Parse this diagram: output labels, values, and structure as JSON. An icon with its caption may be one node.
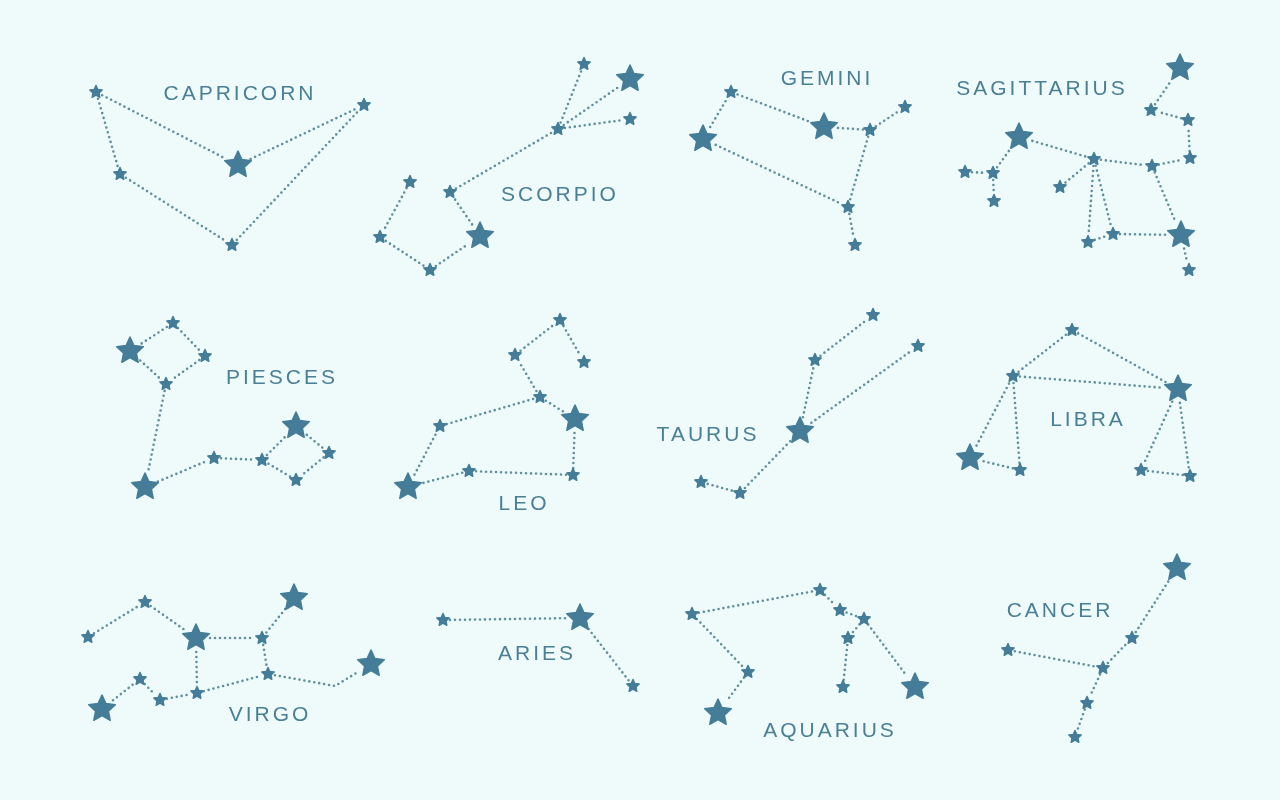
{
  "diagram": {
    "nodes": [
      {
        "text": [],
        "shape": "star"
      },
      {
        "text": [],
        "shape": "star"
      },
      {
        "text": [],
        "shape": "star"
      },
      {
        "text": [],
        "shape": "star"
      },
      {
        "text": [],
        "shape": "star"
      },
      {
        "text": [],
        "shape": "star"
      },
      {
        "text": [],
        "shape": "star"
      },
      {
        "text": [],
        "shape": "star"
      },
      {
        "text": [],
        "shape": "star"
      },
      {
        "text": [],
        "shape": "star"
      },
      {
        "text": [],
        "shape": "star"
      },
      {
        "text": [],
        "shape": "star"
      },
      {
        "text": [],
        "shape": "star"
      },
      {
        "text": [],
        "shape": "star"
      },
      {
        "text": [],
        "shape": "star"
      },
      {
        "text": [],
        "shape": "star"
      },
      {
        "text": [],
        "shape": "star"
      },
      {
        "text": [],
        "shape": "star"
      },
      {
        "text": [],
        "shape": "star"
      },
      {
        "text": [],
        "shape": "star"
      },
      {
        "text": [],
        "shape": "star"
      },
      {
        "text": [],
        "shape": "star"
      },
      {
        "text": [],
        "shape": "star"
      },
      {
        "text": [],
        "shape": "star"
      },
      {
        "text": [],
        "shape": "star"
      },
      {
        "text": [],
        "shape": "star"
      },
      {
        "text": [],
        "shape": "star"
      },
      {
        "text": [],
        "shape": "star"
      },
      {
        "text": [],
        "shape": "star"
      },
      {
        "text": [],
        "shape": "star"
      },
      {
        "text": [],
        "shape": "star"
      },
      {
        "text": [],
        "shape": "star"
      },
      {
        "text": [],
        "shape": "star"
      },
      {
        "text": [],
        "shape": "star"
      },
      {
        "text": [],
        "shape": "star"
      },
      {
        "text": [],
        "shape": "star"
      },
      {
        "text": [],
        "shape": "star"
      },
      {
        "text": [],
        "shape": "star"
      },
      {
        "text": [],
        "shape": "star"
      },
      {
        "text": [],
        "shape": "star"
      },
      {
        "text": [],
        "shape": "star"
      },
      {
        "text": [],
        "shape": "star"
      },
      {
        "text": [],
        "shape": "star"
      },
      {
        "text": [],
        "shape": "star"
      },
      {
        "text": [],
        "shape": "star"
      },
      {
        "text": [],
        "shape": "star"
      },
      {
        "text": [],
        "shape": "star"
      },
      {
        "text": [],
        "shape": "star"
      },
      {
        "text": [],
        "shape": "star"
      },
      {
        "text": [],
        "shape": "star"
      },
      {
        "text": [],
        "shape": "star"
      },
      {
        "text": [],
        "shape": "star"
      },
      {
        "text": [],
        "shape": "star"
      },
      {
        "text": [],
        "shape": "star"
      },
      {
        "text": [],
        "shape": "star"
      },
      {
        "text": [],
        "shape": "star"
      },
      {
        "text": [],
        "shape": "star"
      },
      {
        "text": [],
        "shape": "star"
      },
      {
        "text": [],
        "shape": "star"
      },
      {
        "text": [],
        "shape": "star"
      },
      {
        "text": [],
        "shape": "star"
      },
      {
        "text": [],
        "shape": "star"
      },
      {
        "text": [],
        "shape": "star"
      },
      {
        "text": [],
        "shape": "star"
      },
      {
        "text": [],
        "shape": "star"
      },
      {
        "text": [],
        "shape": "star"
      },
      {
        "text": [],
        "shape": "star"
      },
      {
        "text": [],
        "shape": "star"
      },
      {
        "text": [],
        "shape": "star"
      },
      {
        "text": [],
        "shape": "star"
      },
      {
        "text": [],
        "shape": "star"
      },
      {
        "text": [],
        "shape": "star"
      },
      {
        "text": [],
        "shape": "star"
      },
      {
        "text": [],
        "shape": "star"
      },
      {
        "text": [],
        "shape": "star"
      },
      {
        "text": [],
        "shape": "star"
      },
      {
        "text": [],
        "shape": "star"
      },
      {
        "text": [],
        "shape": "star"
      },
      {
        "text": [],
        "shape": "star"
      },
      {
        "text": [],
        "shape": "star"
      },
      {
        "text": [],
        "shape": "star"
      },
      {
        "text": [],
        "shape": "star"
      },
      {
        "text": [],
        "shape": "star"
      },
      {
        "text": [],
        "shape": "star"
      },
      {
        "text": [],
        "shape": "star"
      },
      {
        "text": [],
        "shape": "star"
      },
      {
        "text": [],
        "shape": "star"
      },
      {
        "text": [],
        "shape": "star"
      },
      {
        "text": [],
        "shape": "star"
      },
      {
        "text": [],
        "shape": "star"
      },
      {
        "text": [],
        "shape": "star"
      },
      {
        "text": [],
        "shape": "star"
      },
      {
        "text": [],
        "shape": "star"
      },
      {
        "text": [],
        "shape": "star"
      },
      {
        "text": [],
        "shape": "star"
      },
      {
        "text": [],
        "shape": "star"
      },
      {
        "text": [],
        "shape": "star"
      }
    ],
    "edges": [
      {
        "from": 0,
        "to": 3,
        "arrow": "none"
      },
      {
        "from": 0,
        "to": 1,
        "arrow": "none"
      },
      {
        "from": 1,
        "to": 2,
        "arrow": "none"
      },
      {
        "from": 3,
        "to": 4,
        "arrow": "none"
      },
      {
        "from": 2,
        "to": 4,
        "arrow": "none"
      },
      {
        "from": 6,
        "to": 5,
        "arrow": "none"
      },
      {
        "from": 5,
        "to": 7,
        "arrow": "none"
      },
      {
        "from": 7,
        "to": 9,
        "arrow": "none"
      },
      {
        "from": 9,
        "to": 8,
        "arrow": "none"
      },
      {
        "from": 8,
        "to": 10,
        "arrow": "none"
      },
      {
        "from": 10,
        "to": 11,
        "arrow": "none"
      },
      {
        "from": 10,
        "to": 12,
        "arrow": "none"
      },
      {
        "from": 10,
        "to": 13,
        "arrow": "none"
      },
      {
        "from": 14,
        "to": 15,
        "arrow": "none"
      },
      {
        "from": 15,
        "to": 16,
        "arrow": "none"
      },
      {
        "from": 16,
        "to": 19,
        "arrow": "none"
      },
      {
        "from": 19,
        "to": 20,
        "arrow": "none"
      },
      {
        "from": 19,
        "to": 17,
        "arrow": "none"
      },
      {
        "from": 17,
        "to": 18,
        "arrow": "none"
      },
      {
        "from": 14,
        "to": 17,
        "arrow": "none"
      },
      {
        "from": 21,
        "to": 22,
        "arrow": "none"
      },
      {
        "from": 22,
        "to": 23,
        "arrow": "none"
      },
      {
        "from": 22,
        "to": 24,
        "arrow": "none"
      },
      {
        "from": 24,
        "to": 27,
        "arrow": "none"
      },
      {
        "from": 27,
        "to": 25,
        "arrow": "none"
      },
      {
        "from": 27,
        "to": 26,
        "arrow": "none"
      },
      {
        "from": 27,
        "to": 28,
        "arrow": "none"
      },
      {
        "from": 26,
        "to": 28,
        "arrow": "none"
      },
      {
        "from": 28,
        "to": 32,
        "arrow": "none"
      },
      {
        "from": 27,
        "to": 30,
        "arrow": "none"
      },
      {
        "from": 30,
        "to": 34,
        "arrow": "none"
      },
      {
        "from": 34,
        "to": 33,
        "arrow": "none"
      },
      {
        "from": 33,
        "to": 29,
        "arrow": "none"
      },
      {
        "from": 29,
        "to": 31,
        "arrow": "none"
      },
      {
        "from": 30,
        "to": 32,
        "arrow": "none"
      },
      {
        "from": 32,
        "to": 35,
        "arrow": "none"
      },
      {
        "from": 36,
        "to": 39,
        "arrow": "none"
      },
      {
        "from": 39,
        "to": 40,
        "arrow": "none"
      },
      {
        "from": 40,
        "to": 38,
        "arrow": "none"
      },
      {
        "from": 36,
        "to": 38,
        "arrow": "none"
      },
      {
        "from": 38,
        "to": 37,
        "arrow": "none"
      },
      {
        "from": 37,
        "to": 41,
        "arrow": "none"
      },
      {
        "from": 41,
        "to": 42,
        "arrow": "none"
      },
      {
        "from": 42,
        "to": 43,
        "arrow": "none"
      },
      {
        "from": 43,
        "to": 45,
        "arrow": "none"
      },
      {
        "from": 45,
        "to": 44,
        "arrow": "none"
      },
      {
        "from": 44,
        "to": 42,
        "arrow": "none"
      },
      {
        "from": 46,
        "to": 47,
        "arrow": "none"
      },
      {
        "from": 47,
        "to": 50,
        "arrow": "none"
      },
      {
        "from": 50,
        "to": 49,
        "arrow": "none"
      },
      {
        "from": 49,
        "to": 51,
        "arrow": "none"
      },
      {
        "from": 51,
        "to": 54,
        "arrow": "none"
      },
      {
        "from": 50,
        "to": 53,
        "arrow": "none"
      },
      {
        "from": 53,
        "to": 52,
        "arrow": "none"
      },
      {
        "from": 52,
        "to": 48,
        "arrow": "none"
      },
      {
        "from": 48,
        "to": 46,
        "arrow": "none"
      },
      {
        "from": 55,
        "to": 56,
        "arrow": "none"
      },
      {
        "from": 56,
        "to": 57,
        "arrow": "none"
      },
      {
        "from": 57,
        "to": 58,
        "arrow": "none"
      },
      {
        "from": 58,
        "to": 59,
        "arrow": "none"
      },
      {
        "from": 57,
        "to": 60,
        "arrow": "none"
      },
      {
        "from": 61,
        "to": 62,
        "arrow": "none"
      },
      {
        "from": 61,
        "to": 63,
        "arrow": "none"
      },
      {
        "from": 62,
        "to": 63,
        "arrow": "none"
      },
      {
        "from": 62,
        "to": 64,
        "arrow": "none"
      },
      {
        "from": 64,
        "to": 66,
        "arrow": "none"
      },
      {
        "from": 62,
        "to": 66,
        "arrow": "none"
      },
      {
        "from": 66,
        "to": 65,
        "arrow": "none"
      },
      {
        "from": 66,
        "to": 67,
        "arrow": "none"
      },
      {
        "from": 65,
        "to": 67,
        "arrow": "none"
      },
      {
        "from": 68,
        "to": 71,
        "arrow": "none"
      },
      {
        "from": 71,
        "to": 73,
        "arrow": "none"
      },
      {
        "from": 73,
        "to": 75,
        "arrow": "none"
      },
      {
        "from": 75,
        "to": 77,
        "arrow": "none"
      },
      {
        "from": 73,
        "to": 74,
        "arrow": "none"
      },
      {
        "from": 75,
        "to": 76,
        "arrow": "none"
      },
      {
        "from": 74,
        "to": 76,
        "arrow": "none"
      },
      {
        "from": 76,
        "to": 78,
        "arrow": "none"
      },
      {
        "from": 69,
        "to": 70,
        "arrow": "none"
      },
      {
        "from": 70,
        "to": 72,
        "arrow": "none"
      },
      {
        "from": 72,
        "to": 74,
        "arrow": "none"
      },
      {
        "from": 79,
        "to": 80,
        "arrow": "none"
      },
      {
        "from": 80,
        "to": 81,
        "arrow": "none"
      },
      {
        "from": 82,
        "to": 85,
        "arrow": "none"
      },
      {
        "from": 85,
        "to": 86,
        "arrow": "none"
      },
      {
        "from": 86,
        "to": 89,
        "arrow": "none"
      },
      {
        "from": 89,
        "to": 88,
        "arrow": "none"
      },
      {
        "from": 88,
        "to": 87,
        "arrow": "none"
      },
      {
        "from": 89,
        "to": 90,
        "arrow": "none"
      },
      {
        "from": 82,
        "to": 84,
        "arrow": "none"
      },
      {
        "from": 84,
        "to": 83,
        "arrow": "none"
      },
      {
        "from": 91,
        "to": 94,
        "arrow": "none"
      },
      {
        "from": 94,
        "to": 95,
        "arrow": "none"
      },
      {
        "from": 95,
        "to": 96,
        "arrow": "none"
      },
      {
        "from": 94,
        "to": 93,
        "arrow": "none"
      },
      {
        "from": 93,
        "to": 92,
        "arrow": "none"
      }
    ],
    "labels": [
      "CAPRICORN",
      "SCORPIO",
      "GEMINI",
      "SAGITTARIUS",
      "PIESCES",
      "LEO",
      "TAURUS",
      "LIBRA",
      "VIRGO",
      "ARIES",
      "AQUARIUS",
      "CANCER"
    ]
  }
}
